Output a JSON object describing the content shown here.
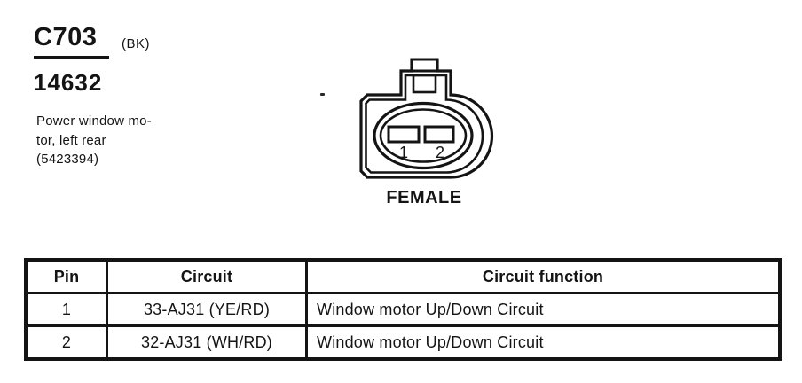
{
  "colors": {
    "ink": "#141414",
    "paper": "#ffffff"
  },
  "header": {
    "connector_id": "C703",
    "color_code": "(BK)",
    "part_number": "14632",
    "description_line1": "Power window mo-",
    "description_line2": "tor, left rear",
    "description_line3": "(5423394)"
  },
  "connector": {
    "gender_label": "FEMALE",
    "pin_labels": {
      "p1": "1",
      "p2": "2"
    }
  },
  "table": {
    "headers": {
      "pin": "Pin",
      "circuit": "Circuit",
      "function": "Circuit function"
    },
    "rows": [
      {
        "pin": "1",
        "circuit": "33-AJ31 (YE/RD)",
        "function": "Window motor Up/Down Circuit"
      },
      {
        "pin": "2",
        "circuit": "32-AJ31 (WH/RD)",
        "function": "Window motor Up/Down Circuit"
      }
    ]
  }
}
